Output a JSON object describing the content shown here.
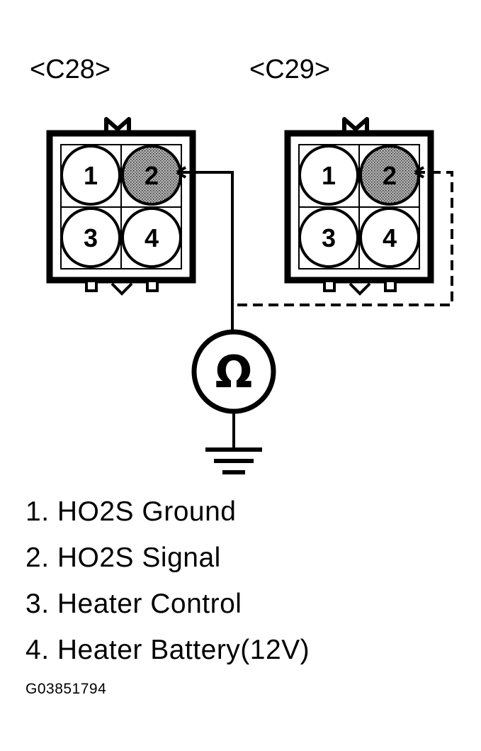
{
  "connectors": [
    {
      "label": "<C28>",
      "pins": [
        "1",
        "2",
        "3",
        "4"
      ],
      "highlighted_pin": "2"
    },
    {
      "label": "<C29>",
      "pins": [
        "1",
        "2",
        "3",
        "4"
      ],
      "highlighted_pin": "2"
    }
  ],
  "meter_symbol": "Ω",
  "legend": [
    "1. HO2S Ground",
    "2. HO2S Signal",
    "3. Heater Control",
    "4. Heater Battery(12V)"
  ],
  "figure_code": "G03851794",
  "colors": {
    "line": "#000000",
    "highlight_fill": "#9a9a9a",
    "background": "#ffffff"
  },
  "icons": [
    "ohmmeter-icon",
    "ground-icon"
  ]
}
